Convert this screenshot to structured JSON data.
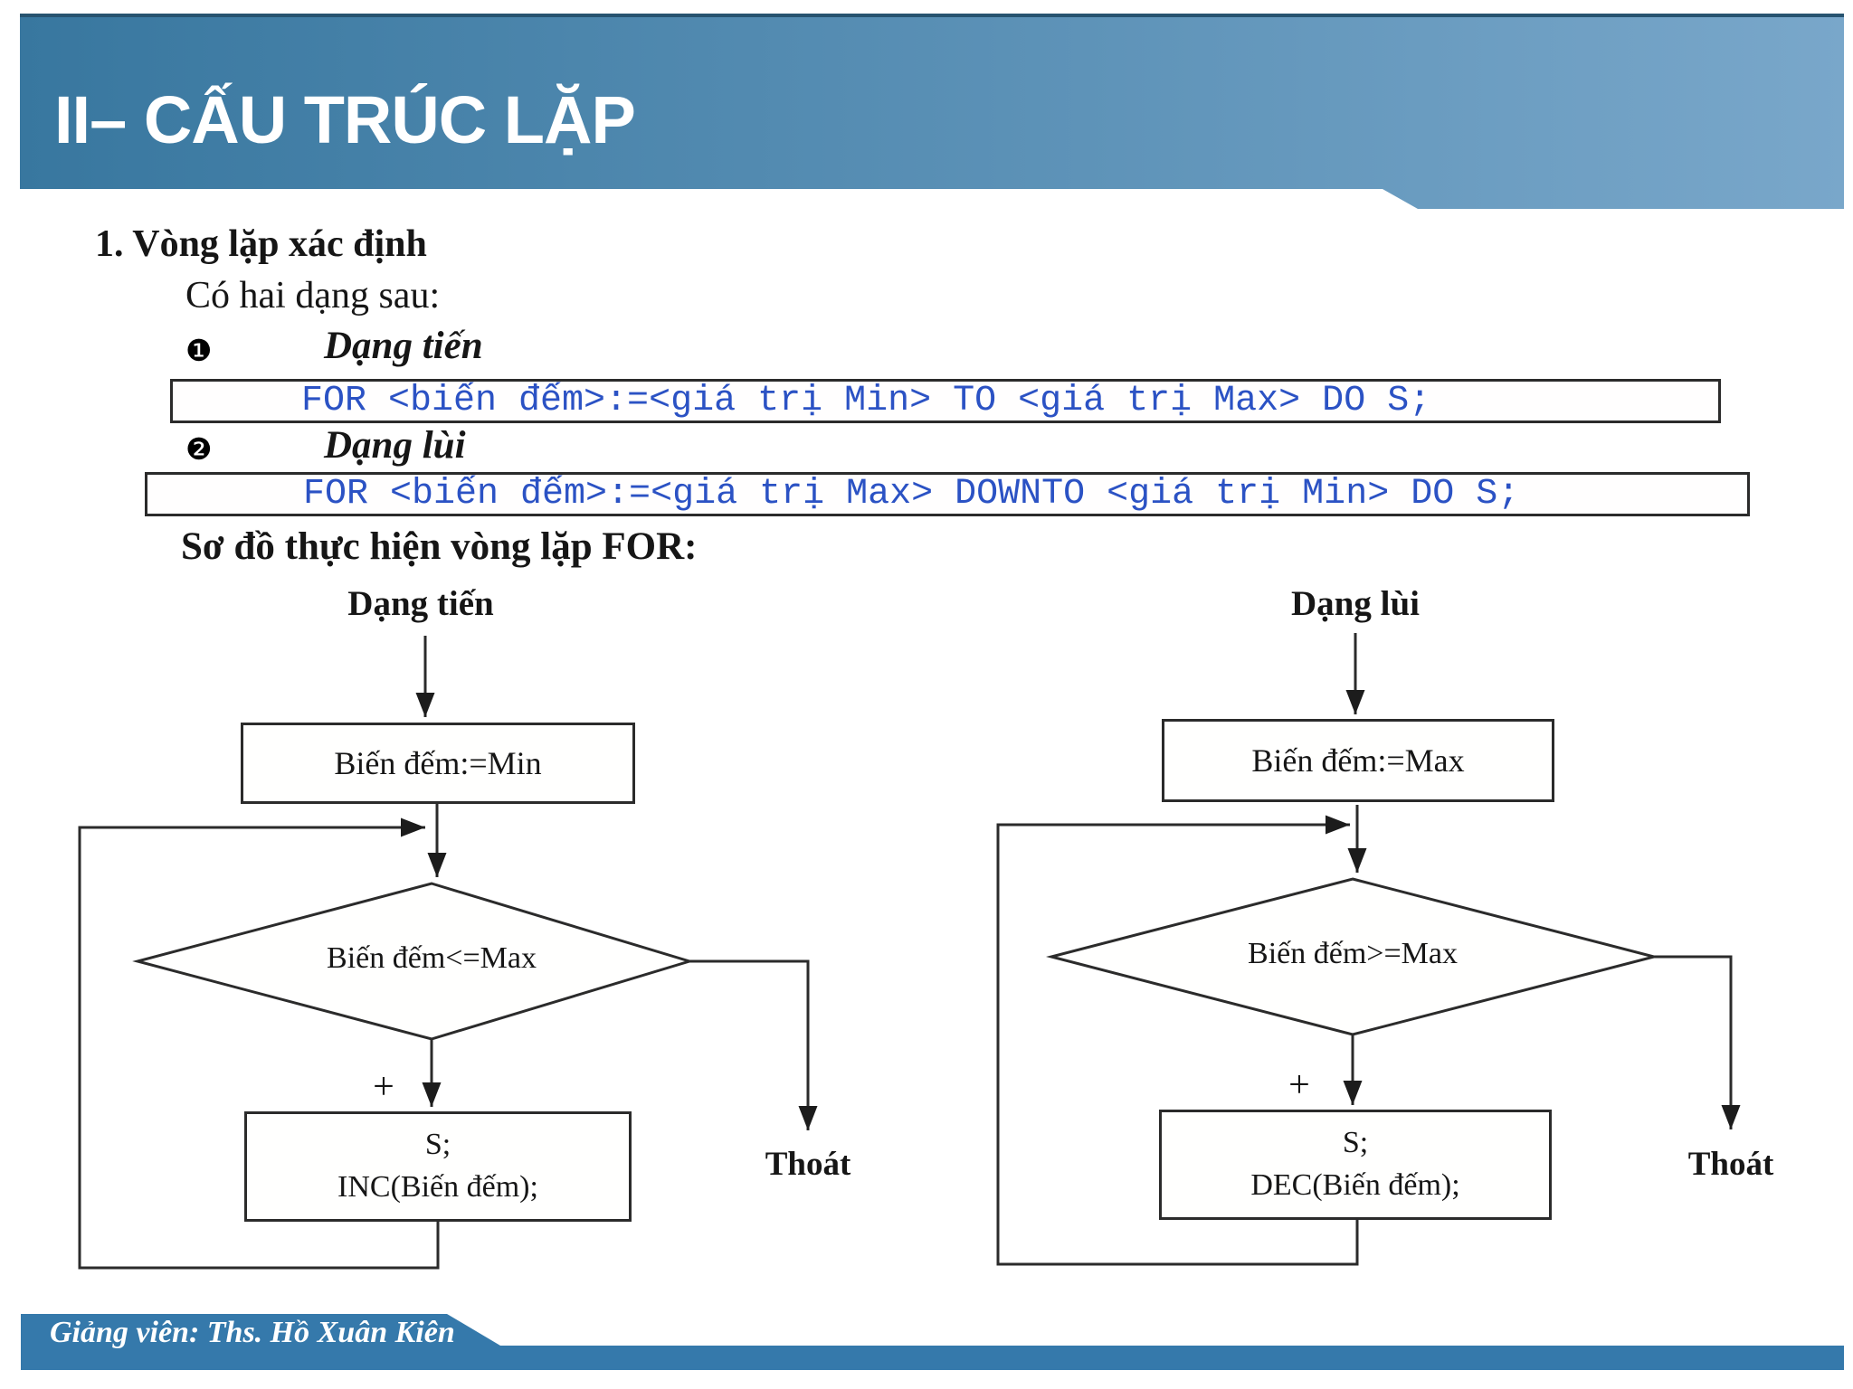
{
  "slide": {
    "title": "II– CẤU TRÚC LẶP",
    "footer": "Giảng viên: Ths. Hồ Xuân Kiên"
  },
  "content": {
    "heading": "1. Vòng lặp xác định",
    "intro": "Có hai dạng sau:",
    "items": [
      {
        "bullet": "❶",
        "label": "Dạng tiến",
        "code": "FOR <biến đếm>:=<giá trị Min> TO <giá trị Max> DO S;"
      },
      {
        "bullet": "❷",
        "label": "Dạng lùi",
        "code": "FOR <biến đếm>:=<giá trị Max> DOWNTO <giá trị Min> DO S;"
      }
    ],
    "diagram_heading": "Sơ đồ thực hiện vòng lặp FOR:"
  },
  "flowcharts": [
    {
      "title": "Dạng tiến",
      "init": "Biến đếm:=Min",
      "condition": "Biến đếm<=Max",
      "true_label": "+",
      "body_line1": "S;",
      "body_line2": "INC(Biến đếm);",
      "exit_label": "Thoát"
    },
    {
      "title": "Dạng lùi",
      "init": "Biến đếm:=Max",
      "condition": "Biến đếm>=Max",
      "true_label": "+",
      "body_line1": "S;",
      "body_line2": "DEC(Biến đếm);",
      "exit_label": "Thoát"
    }
  ],
  "colors": {
    "header_gradient_left": "#38779f",
    "header_gradient_right": "#79a7ca",
    "header_top_line": "#27536f",
    "footer_bar": "#3579ab",
    "code_text": "#2b52c4",
    "line_color": "#2b2b2b",
    "text_color": "#161616"
  }
}
